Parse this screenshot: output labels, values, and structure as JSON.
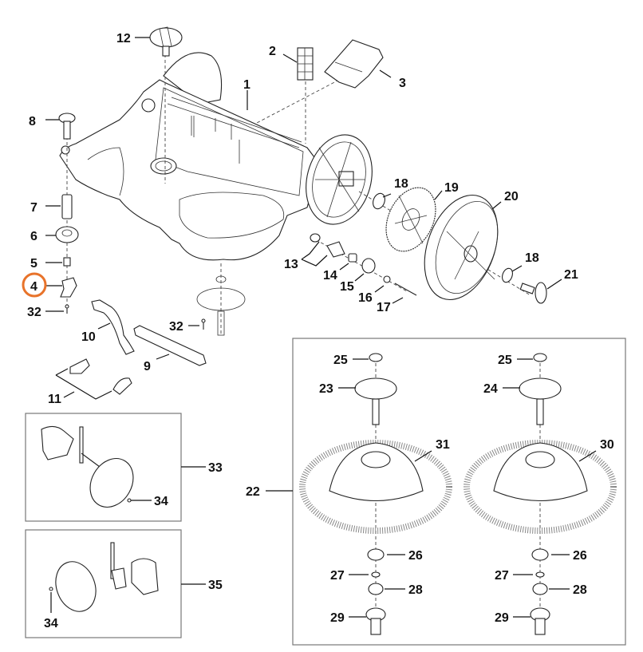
{
  "diagram": {
    "title": "Robotic lawn mower chassis and cutting disc assembly — exploded parts view",
    "highlight_color": "#e8732a",
    "highlighted_part": "4",
    "callouts": [
      {
        "id": "1",
        "label": "1",
        "part": "chassis housing"
      },
      {
        "id": "2",
        "label": "2",
        "part": "filter grille"
      },
      {
        "id": "3",
        "label": "3",
        "part": "cover"
      },
      {
        "id": "4",
        "label": "4",
        "part": "lever",
        "highlighted": true
      },
      {
        "id": "5",
        "label": "5",
        "part": "spring"
      },
      {
        "id": "6",
        "label": "6",
        "part": "bush"
      },
      {
        "id": "7",
        "label": "7",
        "part": "sleeve"
      },
      {
        "id": "8",
        "label": "8",
        "part": "knob"
      },
      {
        "id": "9",
        "label": "9",
        "part": "rail"
      },
      {
        "id": "10",
        "label": "10",
        "part": "lever arm"
      },
      {
        "id": "11",
        "label": "11",
        "part": "clips"
      },
      {
        "id": "12",
        "label": "12",
        "part": "rotary knob"
      },
      {
        "id": "13",
        "label": "13",
        "part": "axle set"
      },
      {
        "id": "14",
        "label": "14",
        "part": "bushing"
      },
      {
        "id": "15",
        "label": "15",
        "part": "gear"
      },
      {
        "id": "16",
        "label": "16",
        "part": "nut"
      },
      {
        "id": "17",
        "label": "17",
        "part": "screw"
      },
      {
        "id": "18a",
        "label": "18",
        "part": "washer"
      },
      {
        "id": "19",
        "label": "19",
        "part": "ring gear"
      },
      {
        "id": "20",
        "label": "20",
        "part": "wheel"
      },
      {
        "id": "18b",
        "label": "18",
        "part": "washer"
      },
      {
        "id": "21",
        "label": "21",
        "part": "hub cap pin"
      },
      {
        "id": "32a",
        "label": "32",
        "part": "screw"
      },
      {
        "id": "32b",
        "label": "32",
        "part": "screw"
      },
      {
        "id": "22",
        "label": "22",
        "part": "cutting disc set"
      },
      {
        "id": "25a",
        "label": "25",
        "part": "cap"
      },
      {
        "id": "23",
        "label": "23",
        "part": "blade carrier"
      },
      {
        "id": "31",
        "label": "31",
        "part": "brush disc"
      },
      {
        "id": "26a",
        "label": "26",
        "part": "bearing"
      },
      {
        "id": "27a",
        "label": "27",
        "part": "circlip"
      },
      {
        "id": "28a",
        "label": "28",
        "part": "nut"
      },
      {
        "id": "29a",
        "label": "29",
        "part": "drive hub"
      },
      {
        "id": "25b",
        "label": "25",
        "part": "cap"
      },
      {
        "id": "24",
        "label": "24",
        "part": "blade carrier"
      },
      {
        "id": "30",
        "label": "30",
        "part": "brush disc"
      },
      {
        "id": "26b",
        "label": "26",
        "part": "bearing"
      },
      {
        "id": "27b",
        "label": "27",
        "part": "circlip"
      },
      {
        "id": "28b",
        "label": "28",
        "part": "nut"
      },
      {
        "id": "29b",
        "label": "29",
        "part": "drive hub"
      },
      {
        "id": "33",
        "label": "33",
        "part": "wheel kit left"
      },
      {
        "id": "34a",
        "label": "34",
        "part": "clip"
      },
      {
        "id": "35",
        "label": "35",
        "part": "wheel kit right"
      },
      {
        "id": "34b",
        "label": "34",
        "part": "clip"
      }
    ]
  }
}
